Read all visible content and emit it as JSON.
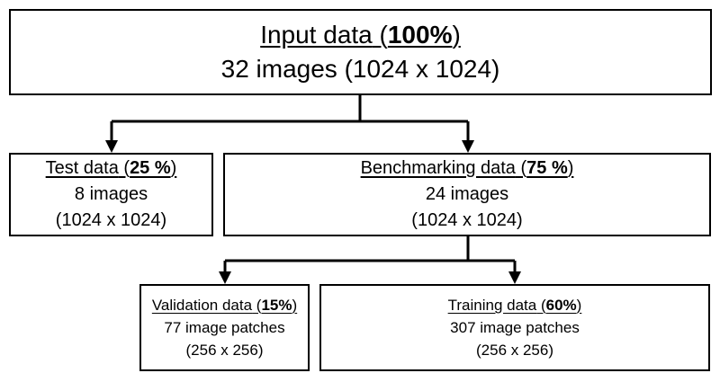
{
  "input": {
    "title": "Input data",
    "open_paren": " (",
    "percent": "100%",
    "close_paren": ")",
    "detail": "32 images (1024 x 1024)"
  },
  "test": {
    "title": "Test data",
    "open_paren": " (",
    "percent": "25 %",
    "close_paren": ")",
    "count": "8 images",
    "size": "(1024 x 1024)"
  },
  "benchmarking": {
    "title": "Benchmarking data",
    "open_paren": " (",
    "percent": "75 %",
    "close_paren": ")",
    "count": "24 images",
    "size": "(1024 x 1024)"
  },
  "validation": {
    "title": "Validation data",
    "open_paren": " (",
    "percent": "15%",
    "close_paren": ")",
    "count": "77 image patches",
    "size": "(256 x 256)"
  },
  "training": {
    "title": "Training data",
    "open_paren": " (",
    "percent": "60%",
    "close_paren": ")",
    "count": "307 image patches",
    "size": "(256 x 256)"
  },
  "colors": {
    "stroke": "#000000",
    "background": "#ffffff"
  }
}
